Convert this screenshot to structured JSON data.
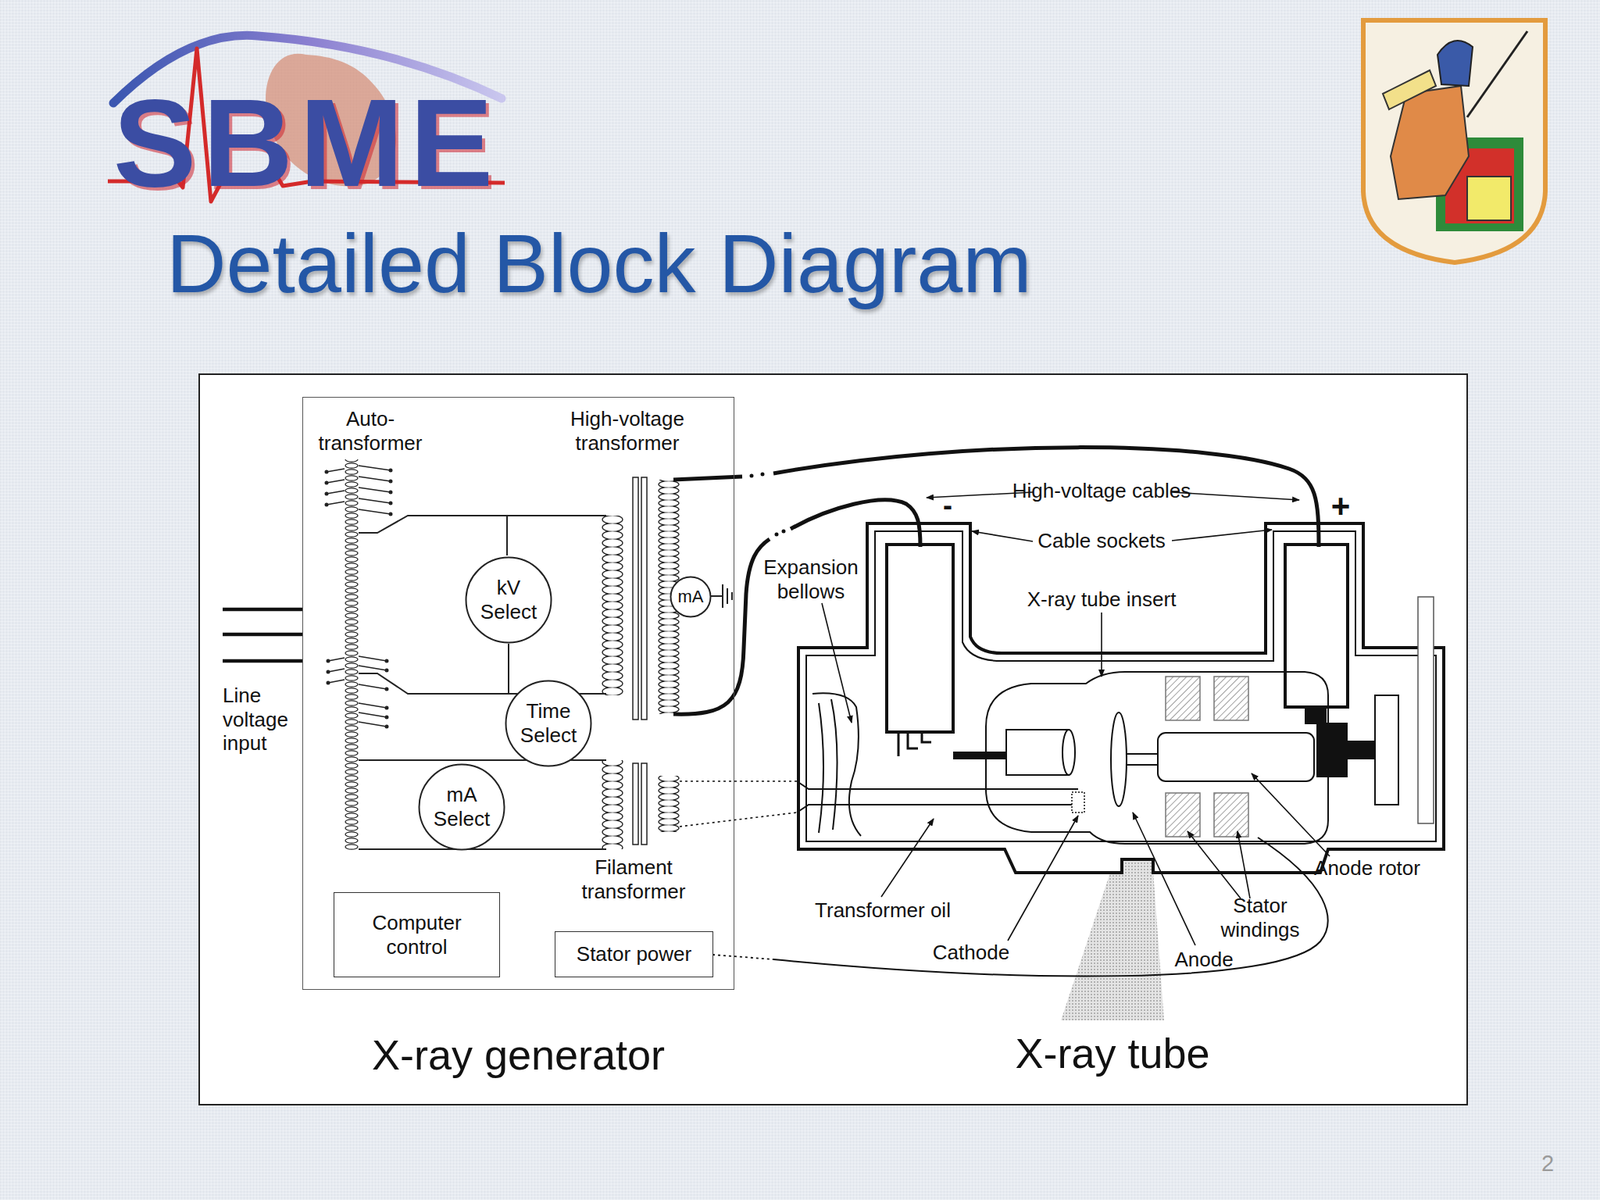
{
  "diagram": {
    "title": "Detailed Block Diagram",
    "nodes": [
      {
        "text": [
          "X-ray generator"
        ]
      },
      {
        "text": [
          "kV Select"
        ],
        "in": 0
      },
      {
        "text": [
          "Time Select"
        ],
        "in": 0
      },
      {
        "text": [
          "mA Select"
        ],
        "in": 0
      },
      {
        "text": [
          "mA"
        ],
        "in": 0
      },
      {
        "text": [
          "Computer control"
        ],
        "in": 0
      },
      {
        "text": [
          "Stator power"
        ],
        "in": 0
      }
    ],
    "edges": [
      {
        "from": 1,
        "to": 2,
        "arrow": "none"
      }
    ],
    "labels": [
      "SBME",
      "Auto- transformer",
      "High-voltage transformer",
      "Line voltage input",
      "Filament transformer",
      "High-voltage cables",
      "-",
      "+",
      "Cable sockets",
      "Expansion bellows",
      "X-ray tube insert",
      "Transformer oil",
      "Cathode",
      "Anode",
      "Stator windings",
      "Anode rotor",
      "X-ray tube",
      "2"
    ]
  }
}
